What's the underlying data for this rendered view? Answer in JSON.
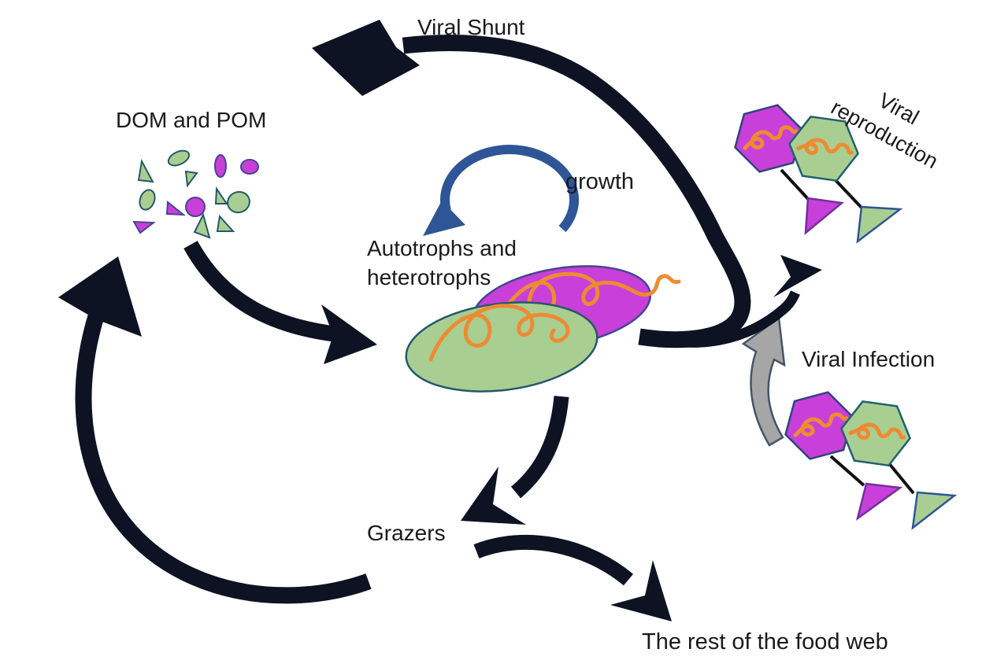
{
  "diagram": {
    "title": "Viral Shunt",
    "labels": {
      "viral_shunt": "Viral Shunt",
      "dom_pom": "DOM and POM",
      "growth": "growth",
      "autotrophs_line1": "Autotrophs and",
      "autotrophs_line2": "heterotrophs",
      "viral_reproduction_line1": "Viral",
      "viral_reproduction_line2": "reproduction",
      "viral_infection": "Viral Infection",
      "grazers": "Grazers",
      "food_web": "The rest of the food web"
    },
    "flows": [
      {
        "from": "Autotrophs and heterotrophs",
        "to": "DOM and POM",
        "label": "Viral Shunt",
        "color": "black"
      },
      {
        "from": "DOM and POM",
        "to": "Autotrophs and heterotrophs",
        "color": "black"
      },
      {
        "from": "Grazers",
        "to": "DOM and POM",
        "color": "black"
      },
      {
        "from": "Autotrophs and heterotrophs",
        "to": "Grazers",
        "color": "black"
      },
      {
        "from": "Grazers",
        "to": "The rest of the food web",
        "color": "black"
      },
      {
        "from": "Autotrophs and heterotrophs",
        "to": "Viral reproduction",
        "color": "black"
      },
      {
        "from": "Viral Infection",
        "to": "Autotrophs and heterotrophs",
        "color": "gray"
      },
      {
        "from": "Autotrophs and heterotrophs",
        "to": "Autotrophs and heterotrophs",
        "label": "growth",
        "color": "blue"
      }
    ],
    "colors": {
      "background": "#ffffff",
      "text": "#1a1a1a",
      "arrow_black": "#0d1322",
      "arrow_blue": "#2e5596",
      "arrow_gray": "#a6a6a6",
      "magenta": "#c93fd9",
      "green": "#a9ce91",
      "orange": "#ed8b33"
    }
  }
}
